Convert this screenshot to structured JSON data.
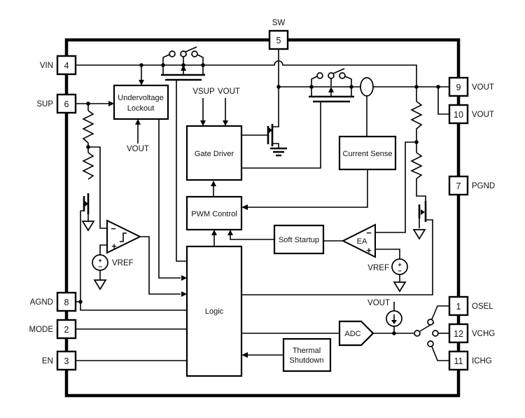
{
  "chip": {
    "pins": {
      "sw": {
        "label": "SW",
        "num": "5"
      },
      "vin": {
        "label": "VIN",
        "num": "4"
      },
      "sup": {
        "label": "SUP",
        "num": "6"
      },
      "agnd": {
        "label": "AGND",
        "num": "8"
      },
      "mode": {
        "label": "MODE",
        "num": "2"
      },
      "en": {
        "label": "EN",
        "num": "3"
      },
      "vout9": {
        "label": "VOUT",
        "num": "9"
      },
      "vout10": {
        "label": "VOUT",
        "num": "10"
      },
      "pgnd": {
        "label": "PGND",
        "num": "7"
      },
      "osel": {
        "label": "OSEL",
        "num": "1"
      },
      "vchg": {
        "label": "VCHG",
        "num": "12"
      },
      "ichg": {
        "label": "ICHG",
        "num": "11"
      }
    },
    "blocks": {
      "uvlo1": "Undervoltage",
      "uvlo2": "Lockout",
      "gate_driver": "Gate Driver",
      "pwm": "PWM Control",
      "current_sense": "Current Sense",
      "soft_startup": "Soft Startup",
      "logic": "Logic",
      "thermal1": "Thermal",
      "thermal2": "Shutdown",
      "adc": "ADC",
      "ea": "EA"
    },
    "nets": {
      "vsup": "VSUP",
      "vout_gd": "VOUT",
      "vout_uvlo": "VOUT",
      "vout_src": "VOUT",
      "vref_cmp": "VREF",
      "vref_ea": "VREF"
    },
    "signs": {
      "plus": "+",
      "minus": "−"
    },
    "colors": {
      "stroke": "#000000",
      "background": "#ffffff"
    }
  }
}
